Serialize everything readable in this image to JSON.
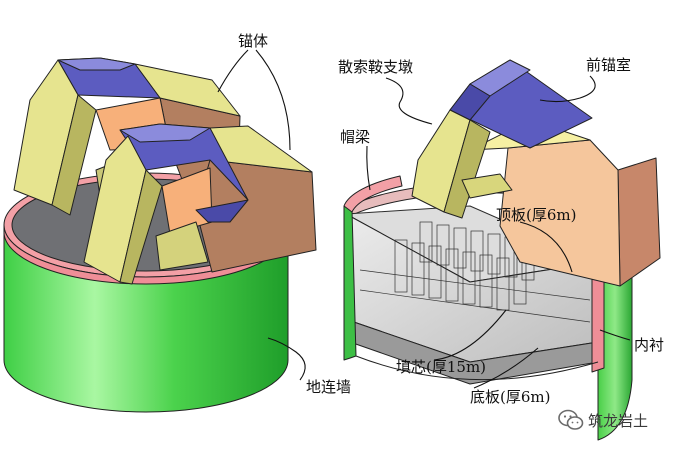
{
  "labels": {
    "anchor_body": "锚体",
    "splay_saddle_pier": "散索鞍支墩",
    "front_anchor_room": "前锚室",
    "cap_beam": "帽梁",
    "top_slab": "顶板(厚6m)",
    "diaphragm_wall": "地连墙",
    "infill_core": "填芯(厚15m)",
    "bottom_slab": "底板(厚6m)",
    "inner_lining": "内衬"
  },
  "watermark": {
    "text": "筑龙岩土",
    "icon": "wechat-icon"
  },
  "colors": {
    "wall_green": "#2fbf3a",
    "wall_light": "#9ff59a",
    "cap_pink": "#f3a0a6",
    "cap_top_gray": "#6f7074",
    "anchor_yellow": "#e6e48f",
    "anchor_brown": "#b37f60",
    "anchor_blue": "#5c5cc0",
    "anchor_orange": "#f7b07a",
    "room_peach": "#f5c69c",
    "room_brown": "#c7876a",
    "room_cream": "#f6f0a3",
    "infill_gray": "#cfcfcf"
  }
}
